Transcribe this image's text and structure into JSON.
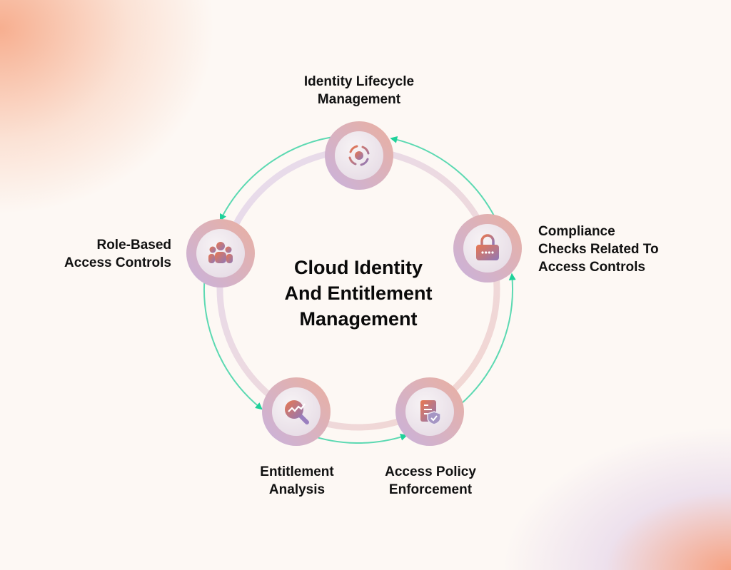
{
  "title": [
    "Cloud Identity",
    "And Entitlement",
    "Management"
  ],
  "nodes": [
    {
      "label": [
        "Identity Lifecycle",
        "Management"
      ],
      "icon": "refresh-cycle-icon"
    },
    {
      "label": [
        "Compliance",
        "Checks Related To",
        "Access Controls"
      ],
      "icon": "lock-icon"
    },
    {
      "label": [
        "Access Policy",
        "Enforcement"
      ],
      "icon": "document-shield-icon"
    },
    {
      "label": [
        "Entitlement",
        "Analysis"
      ],
      "icon": "analytics-search-icon"
    },
    {
      "label": [
        "Role-Based",
        "Access Controls"
      ],
      "icon": "users-group-icon"
    }
  ],
  "colors": {
    "arrow": "#1fd19a",
    "icon_start": "#e9774f",
    "icon_end": "#8f78b8",
    "background": "#fdf8f4"
  }
}
